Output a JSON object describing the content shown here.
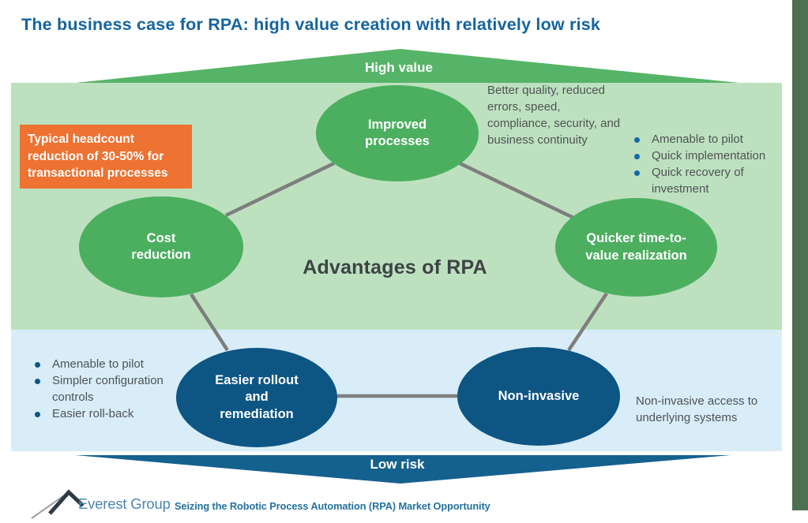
{
  "title": "The business case for RPA: high value creation with relatively low risk",
  "banners": {
    "top_label": "High value",
    "bottom_label": "Low risk"
  },
  "center_label": "Advantages of RPA",
  "callout": {
    "text": "Typical headcount reduction of 30-50% for transactional processes"
  },
  "nodes": {
    "improved": {
      "label": "Improved processes"
    },
    "cost": {
      "label": "Cost reduction"
    },
    "quicker": {
      "label": "Quicker time-to-value realization"
    },
    "easier": {
      "label": "Easier rollout and remediation"
    },
    "noninvasive": {
      "label": "Non-invasive"
    }
  },
  "notes": {
    "improved_note": "Better quality, reduced errors, speed, compliance, security, and business continuity",
    "noninvasive_note": "Non-invasive access to underlying systems"
  },
  "bullet_lists": {
    "quicker": [
      "Amenable to pilot",
      "Quick implementation",
      "Quick recovery of investment"
    ],
    "easier": [
      "Amenable to pilot",
      "Simpler configuration controls",
      "Easier roll-back"
    ]
  },
  "footer": {
    "brand": "Everest Group",
    "tagline": "Seizing the Robotic Process Automation (RPA) Market Opportunity"
  },
  "colors": {
    "title-blue": "#15649F",
    "banner-green": "#56B468",
    "ellipse-green": "#4CAF60",
    "panel-green": "#BDE1BF",
    "panel-blue": "#D8EDF8",
    "dark-blue": "#0D5583",
    "banner-dark-blue": "#15618E",
    "orange": "#EE7231",
    "connector-gray": "#7E7E7E",
    "note-gray": "#4F5355",
    "bullet-blue": "#1668A8",
    "sidebar-green": "#4C7051",
    "brand-blue": "#4B86AE",
    "tagline-blue": "#23729F"
  }
}
